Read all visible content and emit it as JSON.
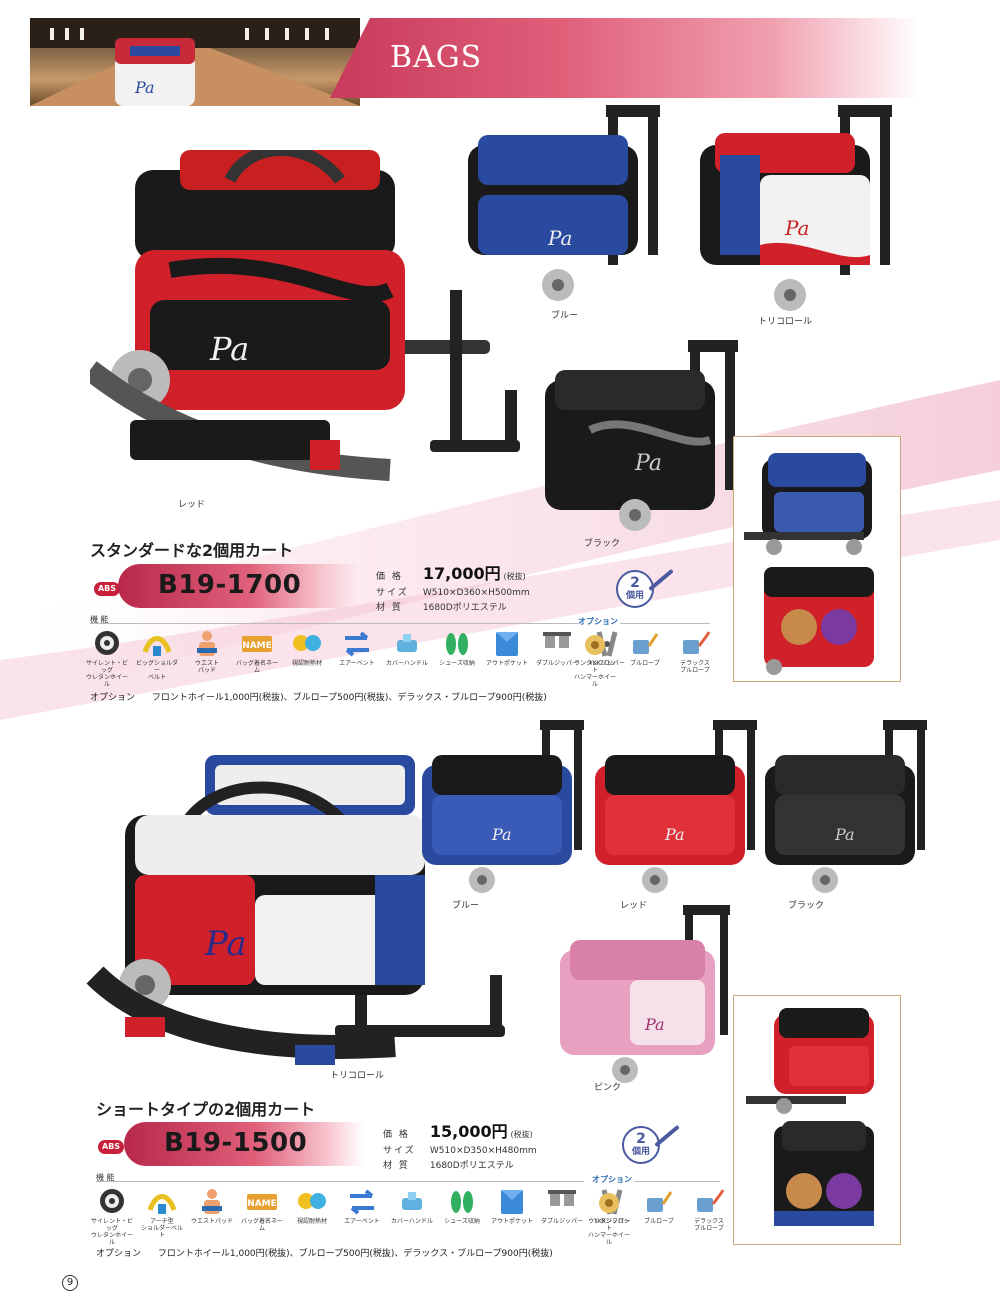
{
  "header": {
    "title": "BAGS"
  },
  "section1": {
    "name": "スタンダードな2個用カート",
    "code": "B19-1700",
    "brand": "ABS",
    "specs": [
      {
        "key": "価 格",
        "value": "17,000円",
        "tax": "(税抜)"
      },
      {
        "key": "サイズ",
        "value": "W510×D360×H500mm"
      },
      {
        "key": "材 質",
        "value": "1680Dポリエステル"
      }
    ],
    "badge": {
      "num": "2",
      "unit": "個用"
    },
    "feature_label": "機 能",
    "option_label": "オプション",
    "features": [
      {
        "label": "サイレント・ビッグ\nウレタンホイール",
        "icon": "wheel-icon"
      },
      {
        "label": "ビッグショルダー\nベルト",
        "icon": "shoulder-belt-icon"
      },
      {
        "label": "ウエスト\nパッド",
        "icon": "waist-pad-icon"
      },
      {
        "label": "バッグ着名ネーム",
        "icon": "name-tag-icon"
      },
      {
        "label": "視認耐熱材",
        "icon": "heat-shield-icon"
      },
      {
        "label": "エアーベント",
        "icon": "air-vent-icon"
      },
      {
        "label": "カバーハンドル",
        "icon": "cover-handle-icon"
      },
      {
        "label": "シューズ収納",
        "icon": "shoes-icon"
      },
      {
        "label": "アウトポケット",
        "icon": "pocket-icon"
      },
      {
        "label": "ダブルジッパー",
        "icon": "double-zipper-icon"
      },
      {
        "label": "YKKジッパー",
        "icon": "ykk-zipper-icon"
      }
    ],
    "options": [
      {
        "label": "ランタンフロント\nハンマーホイール",
        "icon": "front-wheel-icon"
      },
      {
        "label": "ブルローブ",
        "icon": "pull-rope-icon"
      },
      {
        "label": "デラックス\nブルローブ",
        "icon": "deluxe-rope-icon"
      }
    ],
    "option_key": "オプション",
    "option_text": "フロントホイール1,000円(税抜)、ブルロープ500円(税抜)、デラックス・ブルロープ900円(税抜)",
    "captions": {
      "main": "レッド",
      "blue": "ブルー",
      "tricolor": "トリコロール",
      "black": "ブラック"
    }
  },
  "section2": {
    "name": "ショートタイプの2個用カート",
    "code": "B19-1500",
    "brand": "ABS",
    "specs": [
      {
        "key": "価 格",
        "value": "15,000円",
        "tax": "(税抜)"
      },
      {
        "key": "サイズ",
        "value": "W510×D350×H480mm"
      },
      {
        "key": "材 質",
        "value": "1680Dポリエステル"
      }
    ],
    "badge": {
      "num": "2",
      "unit": "個用"
    },
    "feature_label": "機 能",
    "option_label": "オプション",
    "features": [
      {
        "label": "サイレント・ビッグ\nウレタンホイール",
        "icon": "wheel-icon"
      },
      {
        "label": "アーチ型\nショルダーベルト",
        "icon": "shoulder-belt-icon"
      },
      {
        "label": "ウエストパッド",
        "icon": "waist-pad-icon"
      },
      {
        "label": "バッグ着名ネーム",
        "icon": "name-tag-icon"
      },
      {
        "label": "視認耐熱材",
        "icon": "heat-shield-icon"
      },
      {
        "label": "エアーベント",
        "icon": "air-vent-icon"
      },
      {
        "label": "カバーハンドル",
        "icon": "cover-handle-icon"
      },
      {
        "label": "シューズ収納",
        "icon": "shoes-icon"
      },
      {
        "label": "アウトポケット",
        "icon": "pocket-icon"
      },
      {
        "label": "ダブルジッパー",
        "icon": "double-zipper-icon"
      },
      {
        "label": "YKKジッパー",
        "icon": "ykk-zipper-icon"
      }
    ],
    "options": [
      {
        "label": "ウレタンフロント\nハンマーホイール",
        "icon": "front-wheel-icon"
      },
      {
        "label": "ブルローブ",
        "icon": "pull-rope-icon"
      },
      {
        "label": "デラックス\nブルローブ",
        "icon": "deluxe-rope-icon"
      }
    ],
    "option_key": "オプション",
    "option_text": "フロントホイール1,000円(税抜)、ブルロープ500円(税抜)、デラックス・ブルロープ900円(税抜)",
    "captions": {
      "main": "トリコロール",
      "blue": "ブルー",
      "red": "レッド",
      "black": "ブラック",
      "pink": "ピンク"
    }
  },
  "footer": {
    "page_number": "9"
  },
  "colors": {
    "accent": "#c83a5a",
    "blue": "#2a4aa0",
    "red": "#d0202a",
    "black": "#1a1a1a",
    "pink": "#e8a0c0"
  }
}
